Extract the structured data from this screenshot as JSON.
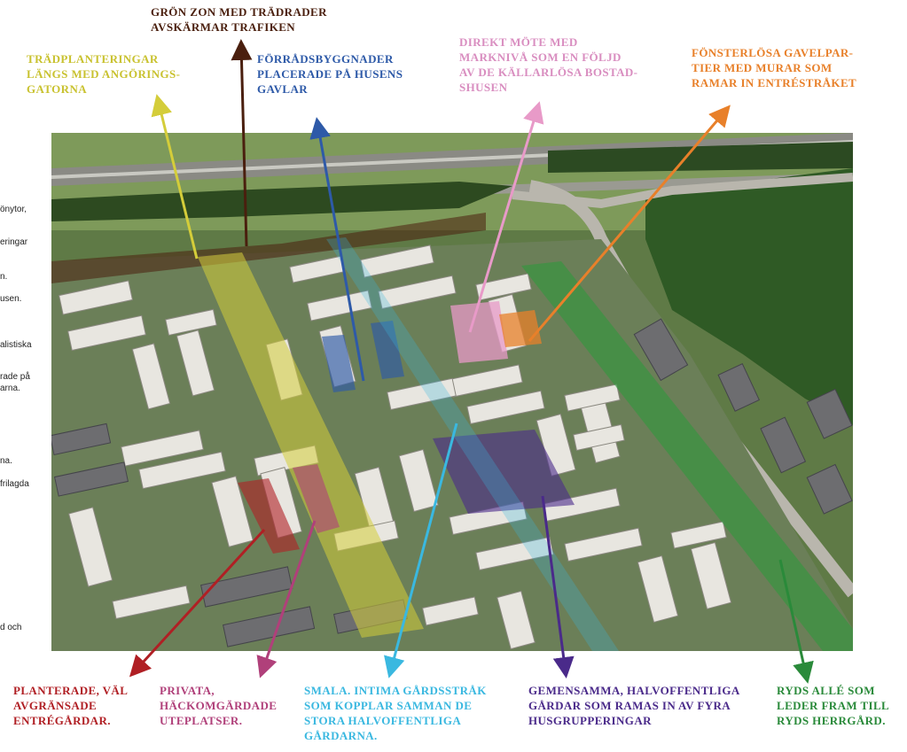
{
  "annotations": {
    "green_zone": "GRÖN ZON MED TRÄDRADER\nAVSKÄRMAR TRAFIKEN",
    "tree_plantings": "TRÄDPLANTERINGAR\nLÄNGS MED ANGÖRINGS-\nGATORNA",
    "storage_buildings": "FÖRRÅDSBYGGNADER\nPLACERADE PÅ HUSENS\nGAVLAR",
    "direct_meeting": "DIREKT MÖTE MED\nMARKNIVÅ SOM EN FÖLJD\nAV DE KÄLLARLÖSA BOSTAD-\nSHUSEN",
    "windowless_gables": "FÖNSTERLÖSA GAVELPAR-\nTIER  MED MURAR SOM\nRAMAR IN ENTRÉSTRÅKET",
    "planted_entries": "PLANTERADE, VÄL\nAVGRÄNSADE\nENTRÉGÅRDAR.",
    "private_patios": "PRIVATA,\nHÄCKOMGÄRDADE\nUTEPLATSER.",
    "narrow_paths": "SMALA. INTIMA GÅRDSSTRÅK\nSOM KOPPLAR SAMMAN DE\nSTORA HALVOFFENTLIGA\nGÅRDARNA.",
    "common_yards": "GEMENSAMMA, HALVOFFENTLIGA\nGÅRDAR SOM RAMAS IN AV FYRA\nHUSGRUPPERINGAR",
    "ryds_alle": "RYDS ALLÉ SOM\nLEDER FRAM TILL\nRYDS HERRGÅRD."
  },
  "side_text": [
    "önytor,",
    "eringar",
    "n.",
    "usen.",
    "alistiska",
    "rade på",
    "arna.",
    "na.",
    "frilagda",
    "d    och"
  ],
  "colors": {
    "green_zone": "#4a1f0e",
    "tree_plantings": "#d4cd3a",
    "storage_buildings": "#2e5aa8",
    "direct_meeting": "#e89ac8",
    "windowless_gables": "#e8802a",
    "planted_entries": "#b01f24",
    "private_patios": "#b0407a",
    "narrow_paths": "#3ab8e0",
    "common_yards": "#4a2a8a",
    "ryds_alle": "#2a8a3a"
  }
}
